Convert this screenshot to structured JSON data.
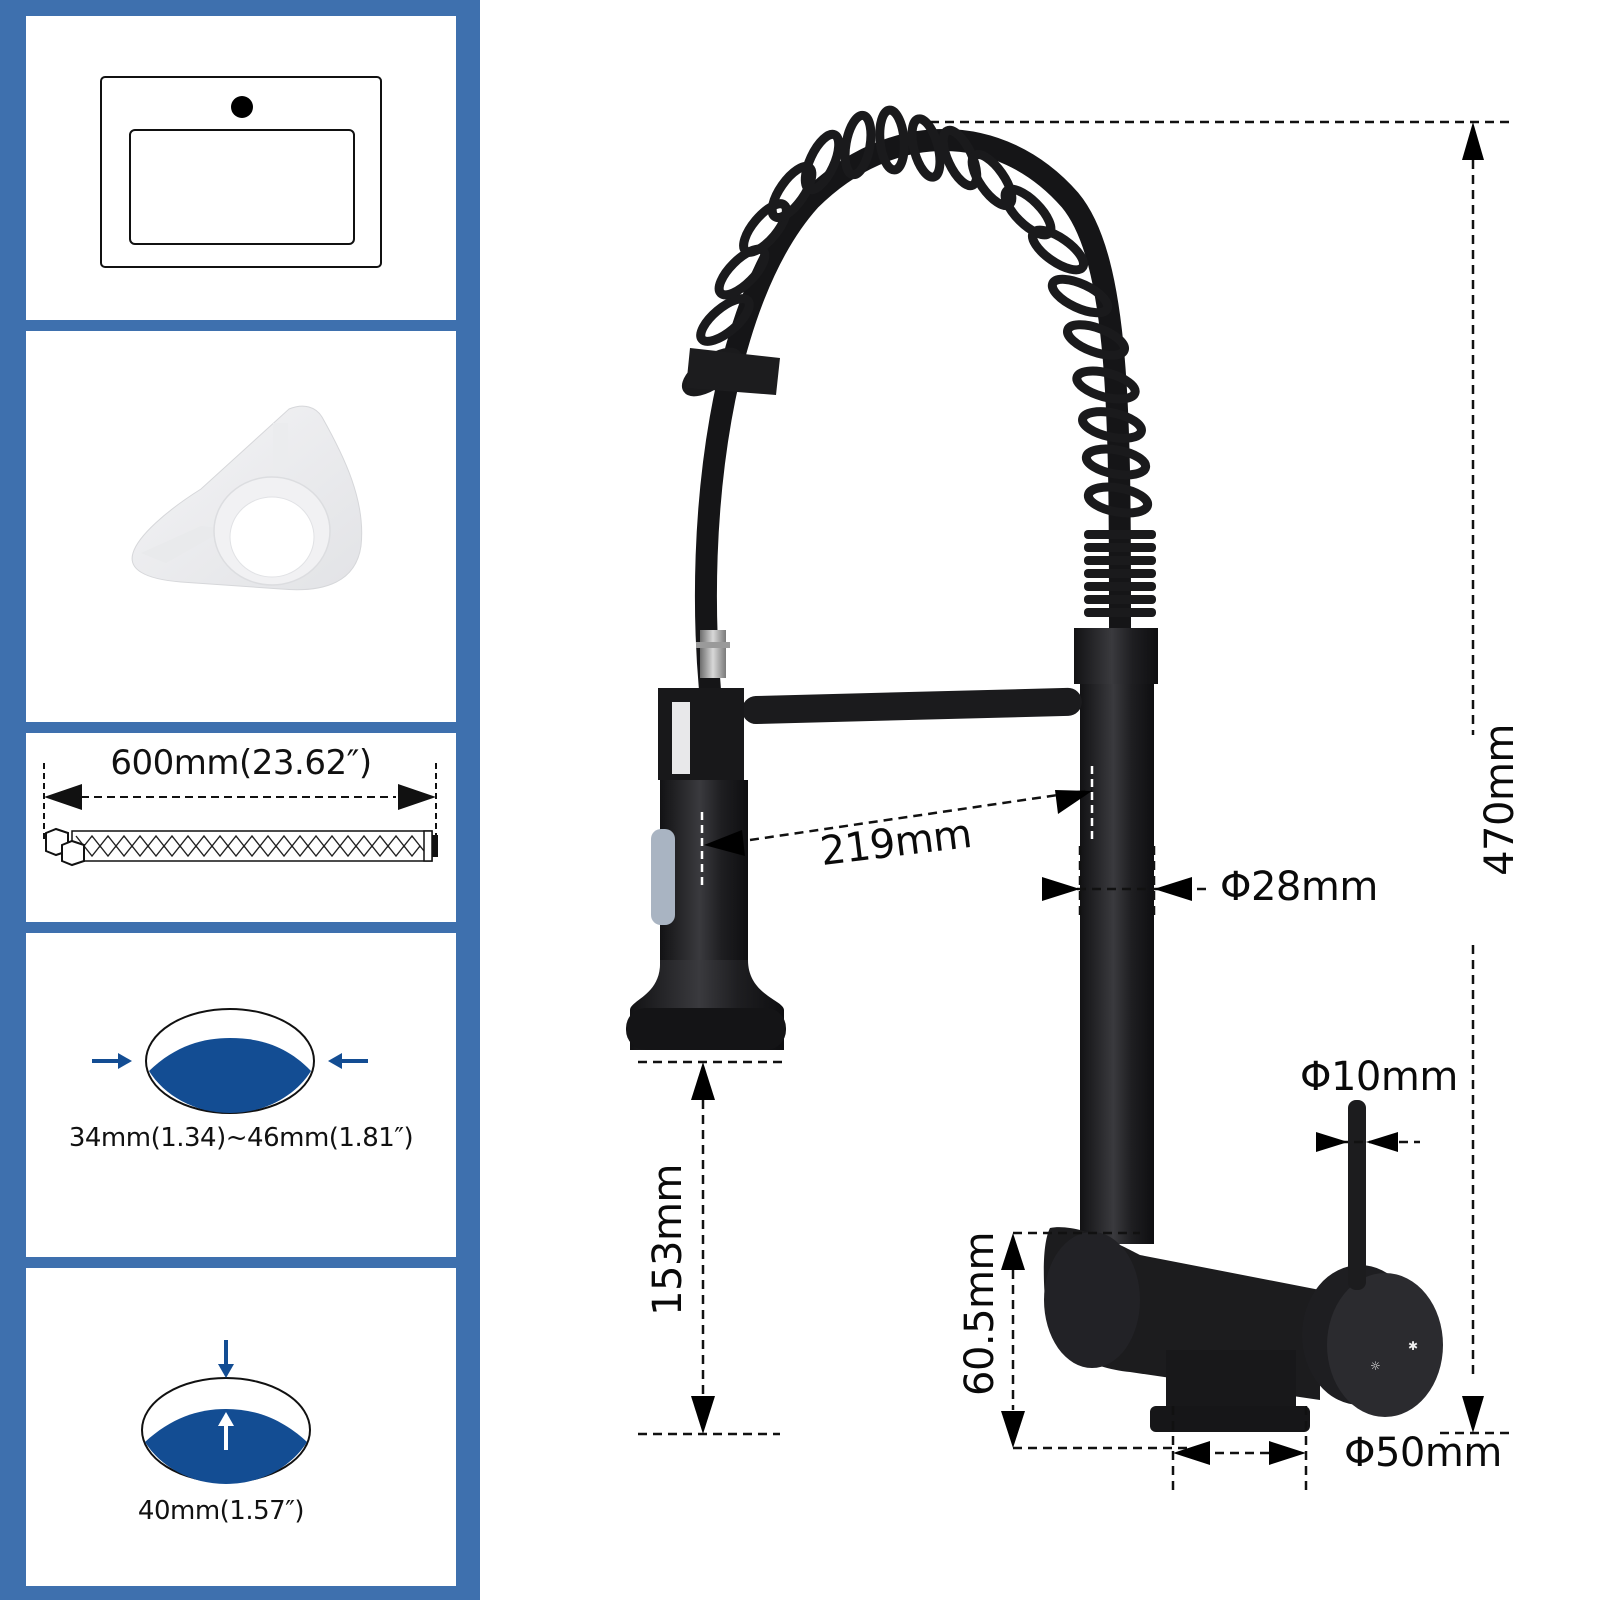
{
  "sidebar": {
    "background_color": "#3e70ae",
    "panels": [
      {
        "id": "sink-diagram",
        "caption": ""
      },
      {
        "id": "deck-plate",
        "caption": ""
      },
      {
        "id": "supply-hose",
        "caption": "600mm(23.62″)"
      },
      {
        "id": "hole-diameter",
        "caption": "34mm(1.34)~46mm(1.81″)"
      },
      {
        "id": "deck-thickness",
        "caption": "40mm(1.57″)"
      }
    ],
    "accent_color": "#134d93"
  },
  "faucet": {
    "dimensions": {
      "total_height": "470mm",
      "spout_reach": "219mm",
      "body_diameter": "Φ28mm",
      "handle_diameter": "Φ10mm",
      "spray_clearance": "153mm",
      "base_height": "60.5mm",
      "base_diameter": "Φ50mm"
    },
    "finish_color": "#1c1c1e",
    "button_color": "#a9b4c2"
  }
}
